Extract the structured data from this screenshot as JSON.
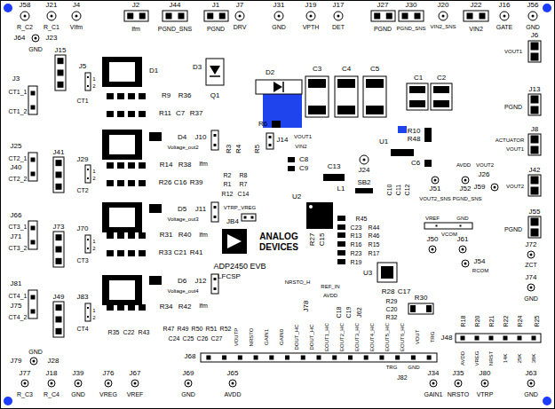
{
  "diagram": {
    "labels": [
      "J58",
      "J21",
      "J4",
      "J2",
      "J44",
      "J1",
      "J7",
      "J31",
      "J19",
      "J17",
      "J27",
      "J30",
      "J20",
      "J22",
      "J16",
      "J56",
      "R_C2",
      "R_C1",
      "VIfm",
      "Ifm",
      "PGND_SNS",
      "PGND",
      "DRV",
      "GND",
      "VPTH",
      "DET",
      "PGND",
      "PGND_SNS",
      "VIN2_SNS",
      "VIN2",
      "GATE",
      "GND",
      "J64",
      "GND",
      "J23",
      "J3",
      "CT1_1",
      "CT1_2",
      "J15",
      "J5",
      "1",
      "2",
      "CT1",
      "D1",
      "D3",
      "Q1",
      "D2",
      "C3",
      "C4",
      "C5",
      "C1",
      "C2",
      "J6",
      "VOUT1",
      "J13",
      "PGND",
      "R9",
      "R36",
      "R11",
      "C7",
      "R37",
      "R10",
      "R48",
      "U1",
      "J8",
      "ACTUATOR",
      "VOUT1",
      "R6",
      "J14",
      "VOUT1",
      "VIN2",
      "J25",
      "CT2_1",
      "J40",
      "CT2_2",
      "J41",
      "J29",
      "1",
      "2",
      "CT2",
      "D4",
      "J10",
      "Voltage_out2",
      "R14",
      "R38",
      "Ifm",
      "R26",
      "C16",
      "R39",
      "C8",
      "C9",
      "C13",
      "J24",
      "C6",
      "R3",
      "R4",
      "R5",
      "AVDD",
      "VOUT2",
      "J26",
      "J42",
      "VOUT2",
      "J59",
      "L1",
      "SB2",
      "C10",
      "C11",
      "C12",
      "R2",
      "R8",
      "R1",
      "R7",
      "R12",
      "C14",
      "U2",
      "J51",
      "VOUT2_SNS",
      "J52",
      "PGND_SNS",
      "J55",
      "PGND",
      "J66",
      "CT3_1",
      "J71",
      "CT3_2",
      "J73",
      "J70",
      "1",
      "2",
      "CT3",
      "D5",
      "J11",
      "Voltage_out3",
      "Ifm",
      "R31",
      "R40",
      "R33",
      "C21",
      "R41",
      "JB4",
      "VTRP_VREG",
      "ANALOG DEVICES",
      "ADP2450 EVB",
      "LFCSP",
      "R27",
      "C15",
      "R45",
      "C23",
      "R44",
      "R13",
      "R46",
      "R16",
      "R15",
      "R23",
      "R17",
      "R19",
      "VREF",
      "GND",
      "VCOM",
      "J50",
      "J61",
      "J72",
      "ZCT",
      "R28",
      "C17",
      "U3",
      "J54",
      "RCOM",
      "J74",
      "GND",
      "NRSTO_H",
      "REF_IN",
      "AVDD",
      "J78",
      "C18",
      "C19",
      "J62",
      "R29",
      "C20",
      "R32",
      "R30",
      "J81",
      "CT4_1",
      "J75",
      "CT4_2",
      "J49",
      "J83",
      "1",
      "2",
      "CT4",
      "D6",
      "J12",
      "Voltage_out4",
      "Ifm",
      "R34",
      "R42",
      "R35",
      "C22",
      "R43",
      "R47",
      "R49",
      "R50",
      "R51",
      "R52",
      "C24",
      "C25",
      "C26",
      "C27",
      "J68",
      "VOUTP",
      "NRSTO",
      "GAIN1",
      "GAIN0",
      "DOUT_HC",
      "DOUT_HC",
      "EOUT1_HC",
      "EOUT2_HC",
      "EOUT3_HC",
      "EOUT4_HC",
      "EOUT5_HC",
      "EOUT6_HC",
      "VOUT",
      "TRG",
      "R18",
      "R20",
      "R21",
      "R22",
      "R24",
      "R25",
      "J48",
      "AVDD",
      "VREG",
      "NRST",
      "14K",
      "25K",
      "38K",
      "TRG",
      "GND",
      "J82",
      "GND",
      "J79",
      "J28",
      "J77",
      "J18",
      "J39",
      "J76",
      "J67",
      "J69",
      "J65",
      "J34",
      "J35",
      "J80",
      "J63",
      "R_C3",
      "R_C4",
      "GND",
      "VREG",
      "VREF",
      "GND",
      "AVDD",
      "GAIN1",
      "NRSTO",
      "VTRP",
      "GND"
    ]
  }
}
